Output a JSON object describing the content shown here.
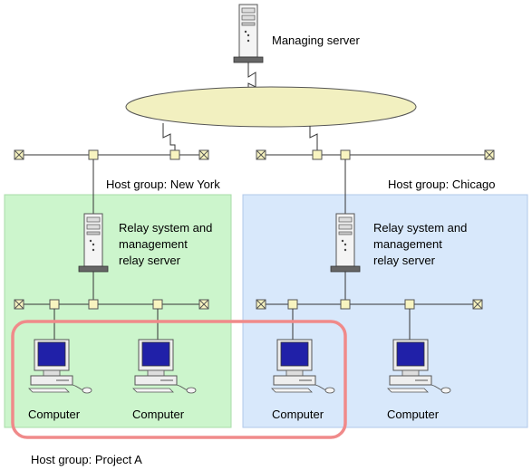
{
  "managing_server": {
    "label": "Managing server",
    "icon": "server-tower-icon"
  },
  "network_cloud": {
    "icon": "network-ellipse",
    "color": "#f2f0c0"
  },
  "groups": {
    "new_york": {
      "label": "Host group: New York",
      "fill": "#ccf5cc"
    },
    "chicago": {
      "label": "Host group: Chicago",
      "fill": "#d8e8fb"
    },
    "project_a": {
      "label": "Host group: Project A",
      "outline": "#f08080"
    }
  },
  "relay_servers": [
    {
      "line1": "Relay system and",
      "line2": "management",
      "line3": "relay server"
    },
    {
      "line1": "Relay system and",
      "line2": "management",
      "line3": "relay server"
    }
  ],
  "computers": [
    {
      "label": "Computer"
    },
    {
      "label": "Computer"
    },
    {
      "label": "Computer"
    },
    {
      "label": "Computer"
    }
  ],
  "colors": {
    "node_fill": "#f8f4c0",
    "screen": "#2020a8",
    "ellipse": "#f2f0c0"
  }
}
